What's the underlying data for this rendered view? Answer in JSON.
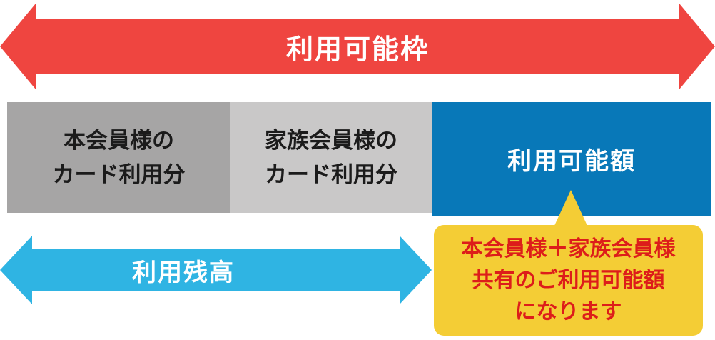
{
  "colors": {
    "red_arrow": "#ef4540",
    "dark_gray_box": "#a6a5a5",
    "light_gray_box": "#c9c8c8",
    "blue_box": "#0878b8",
    "cyan_arrow": "#2fb4e3",
    "yellow_callout": "#f4cd35",
    "callout_text": "#dd1d1a",
    "white_text": "#ffffff",
    "black_text": "#1b1b1b"
  },
  "top_arrow": {
    "label": "利用可能枠"
  },
  "boxes": {
    "main_member": {
      "line1": "本会員様の",
      "line2": "カード利用分"
    },
    "family_member": {
      "line1": "家族会員様の",
      "line2": "カード利用分"
    },
    "available_amount": {
      "label": "利用可能額"
    }
  },
  "bottom_arrow": {
    "label": "利用残高"
  },
  "callout": {
    "line1": "本会員様＋家族会員様",
    "line2": "共有のご利用可能額",
    "line3": "になります"
  }
}
